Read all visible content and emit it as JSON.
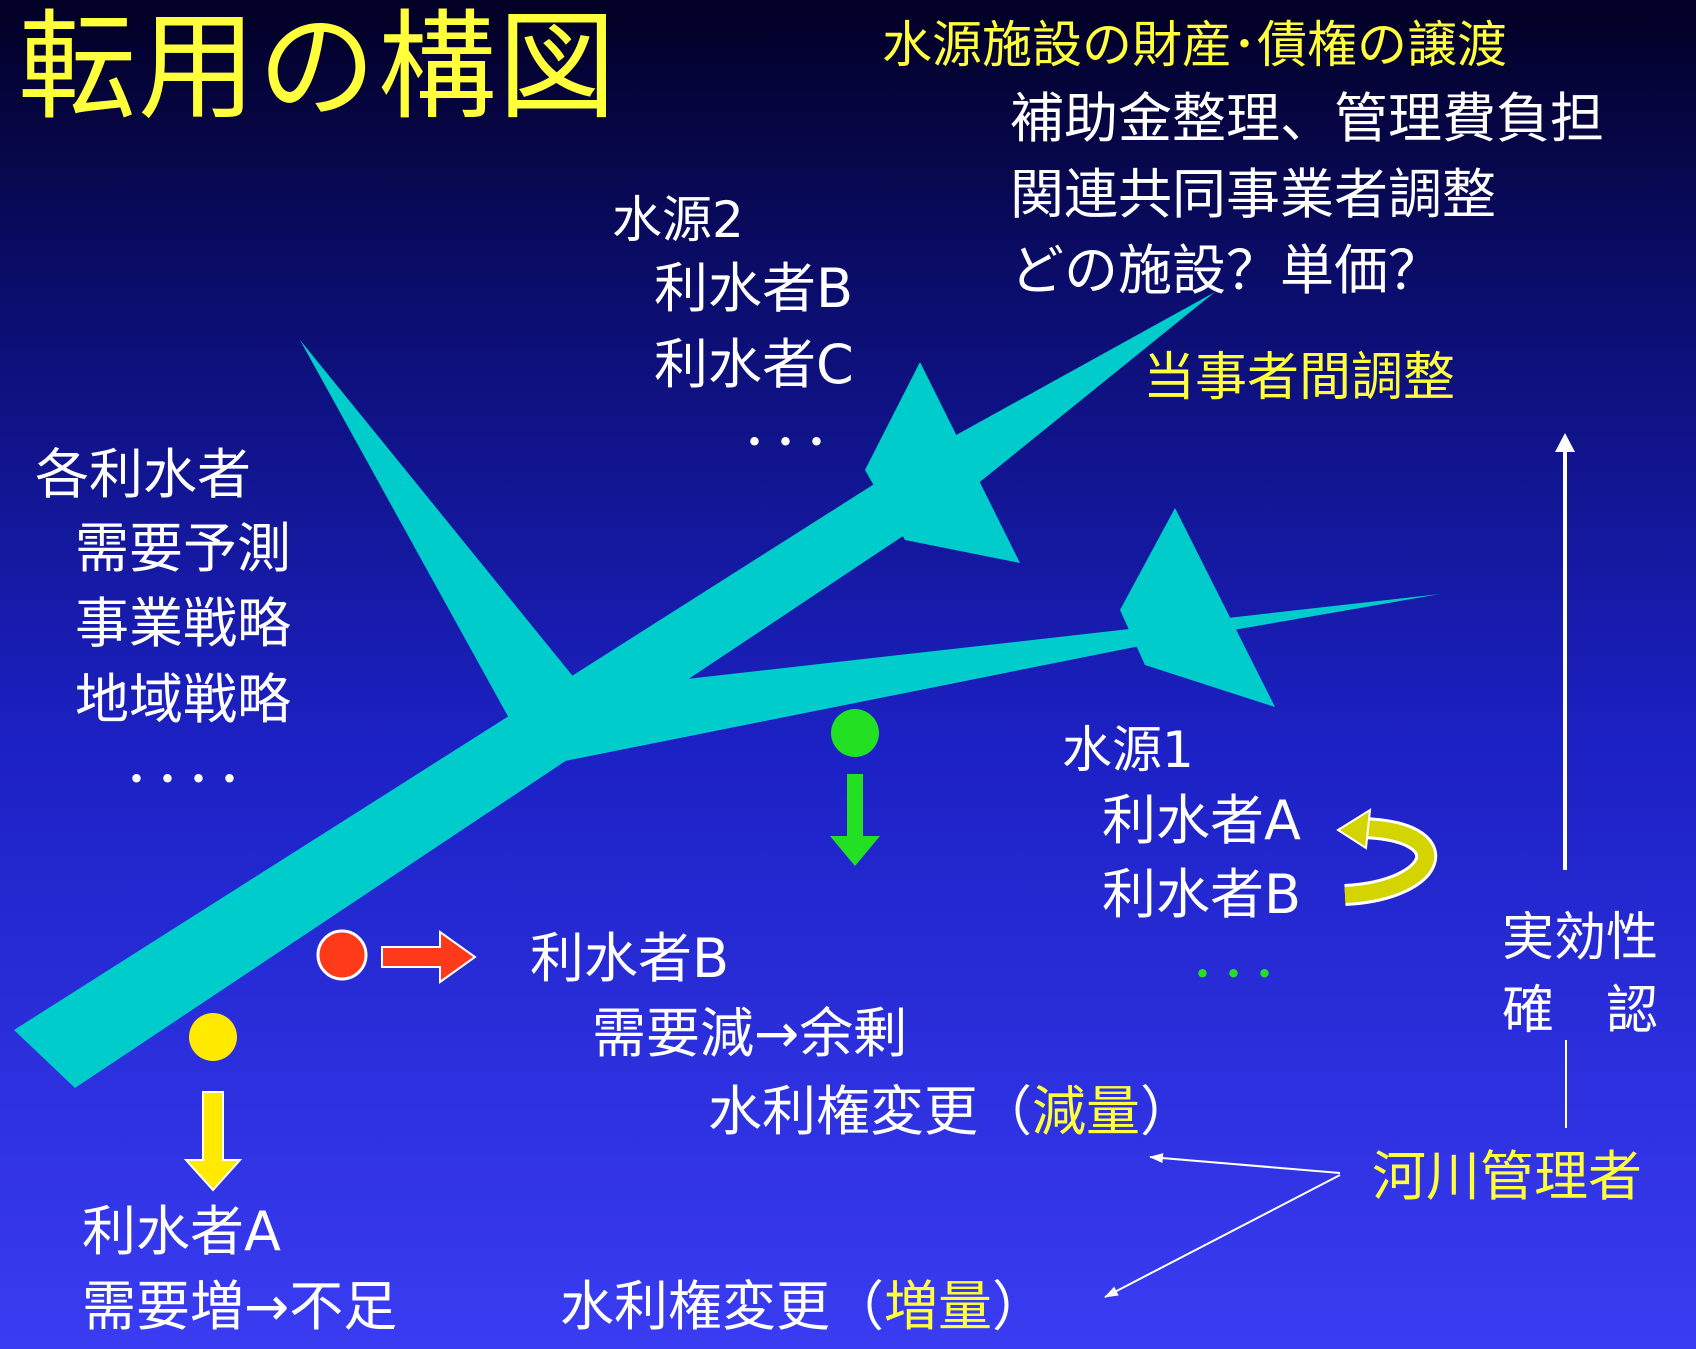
{
  "title": "転用の構図",
  "top_right": {
    "line1": "水源施設の財産･債権の譲渡",
    "line2": "補助金整理、管理費負担",
    "line3": "関連共同事業者調整",
    "line4": "どの施設？単価？"
  },
  "coordination": "当事者間調整",
  "source2": {
    "title": "水源2",
    "user_b": "利水者B",
    "user_c": "利水者C",
    "more": "･･･"
  },
  "left_box": {
    "title": "各利水者",
    "item1": "需要予測",
    "item2": "事業戦略",
    "item3": "地域戦略",
    "more": "････"
  },
  "source1": {
    "title": "水源1",
    "user_a": "利水者A",
    "user_b": "利水者B",
    "more": "･･･"
  },
  "effectiveness": {
    "line1": "実効性",
    "line2": "確　認"
  },
  "river_manager": "河川管理者",
  "user_b_block": {
    "name": "利水者B",
    "status": "需要減→余剰",
    "change_prefix": "水利権変更（",
    "change_word": "減量",
    "change_suffix": "）"
  },
  "user_a_block": {
    "name": "利水者A",
    "status": "需要増→不足"
  },
  "increase_change": {
    "prefix": "水利権変更（",
    "word": "増量",
    "suffix": "）"
  },
  "colors": {
    "background_top": "#020024",
    "background_bottom": "#3a3cf2",
    "river": "#00cccc",
    "highlight_text": "#ffff3c",
    "green_marker": "#22e022",
    "red_marker": "#ff3a1a",
    "yellow_marker": "#ffea00"
  }
}
